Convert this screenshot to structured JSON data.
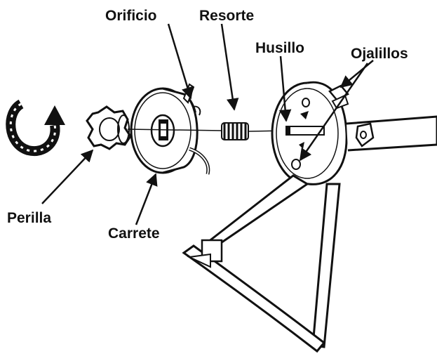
{
  "labels": {
    "orificio": "Orificio",
    "resorte": "Resorte",
    "husillo": "Husillo",
    "ojalillos": "Ojalillos",
    "perilla": "Perilla",
    "carrete": "Carrete"
  },
  "colors": {
    "ink": "#111111",
    "paper": "#ffffff"
  },
  "icons": {
    "rotation": "curved-arrow-clockwise-icon"
  }
}
